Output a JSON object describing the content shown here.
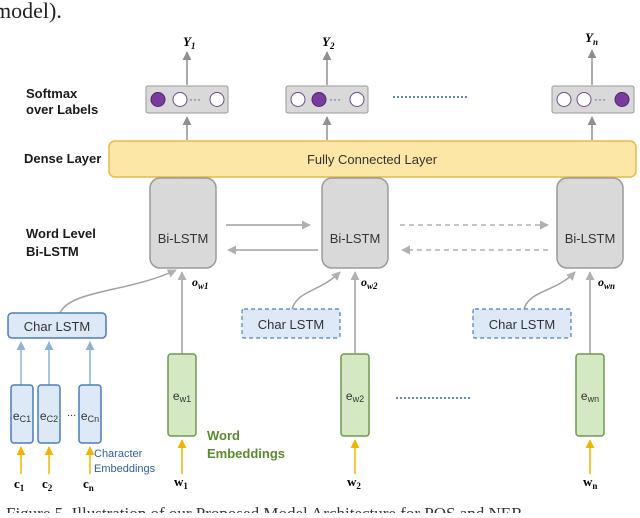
{
  "header_fragment": "model).",
  "caption_fragment": "Figure 5.  Illustration of our Proposed Model Architecture for POS and NER",
  "labels": {
    "softmax_line1": "Softmax",
    "softmax_line2": "over Labels",
    "dense": "Dense Layer",
    "word_level_line1": "Word Level",
    "word_level_line2": "Bi-LSTM",
    "word_emb_line1": "Word",
    "word_emb_line2": "Embeddings",
    "char_emb_line1": "Character",
    "char_emb_line2": "Embeddings"
  },
  "boxes": {
    "fully_connected": "Fully Connected Layer",
    "bilstm": "Bi-LSTM",
    "char_lstm": "Char LSTM"
  },
  "outputs": [
    {
      "base": "Y",
      "sub": "1"
    },
    {
      "base": "Y",
      "sub": "2"
    },
    {
      "base": "Y",
      "sub": "n"
    }
  ],
  "word_outputs": [
    {
      "base": "o",
      "sub": "w1"
    },
    {
      "base": "o",
      "sub": "w2"
    },
    {
      "base": "o",
      "sub": "wn"
    }
  ],
  "word_embeddings": [
    {
      "base": "e",
      "sub": "w1"
    },
    {
      "base": "e",
      "sub": "w2"
    },
    {
      "base": "e",
      "sub": "wn"
    }
  ],
  "word_inputs": [
    {
      "base": "w",
      "sub": "1"
    },
    {
      "base": "w",
      "sub": "2"
    },
    {
      "base": "w",
      "sub": "n"
    }
  ],
  "char_embeddings": [
    {
      "base": "e",
      "sub": "C1"
    },
    {
      "base": "e",
      "sub": "C2"
    },
    {
      "base": "e",
      "sub": "Cn"
    }
  ],
  "char_inputs": [
    {
      "base": "c",
      "sub": "1"
    },
    {
      "base": "c",
      "sub": "2"
    },
    {
      "base": "c",
      "sub": "n"
    }
  ],
  "colors": {
    "dense_fill": "#fde7a6",
    "dense_stroke": "#e8b84a",
    "bilstm_fill": "#d9d9d9",
    "bilstm_stroke": "#9a9a9a",
    "char_lstm_fill": "#dde9f7",
    "char_lstm_stroke": "#4a7ebb",
    "word_emb_fill": "#d5e8c4",
    "word_emb_stroke": "#6f9a4a",
    "word_emb_text": "#5a8a2e",
    "char_emb_text": "#2f5f9a",
    "input_arrow": "#f2b400",
    "softmax_box": "#d9d9d9",
    "softmax_active": "#7a3a9e",
    "dash_line": "#2f5f9a"
  }
}
